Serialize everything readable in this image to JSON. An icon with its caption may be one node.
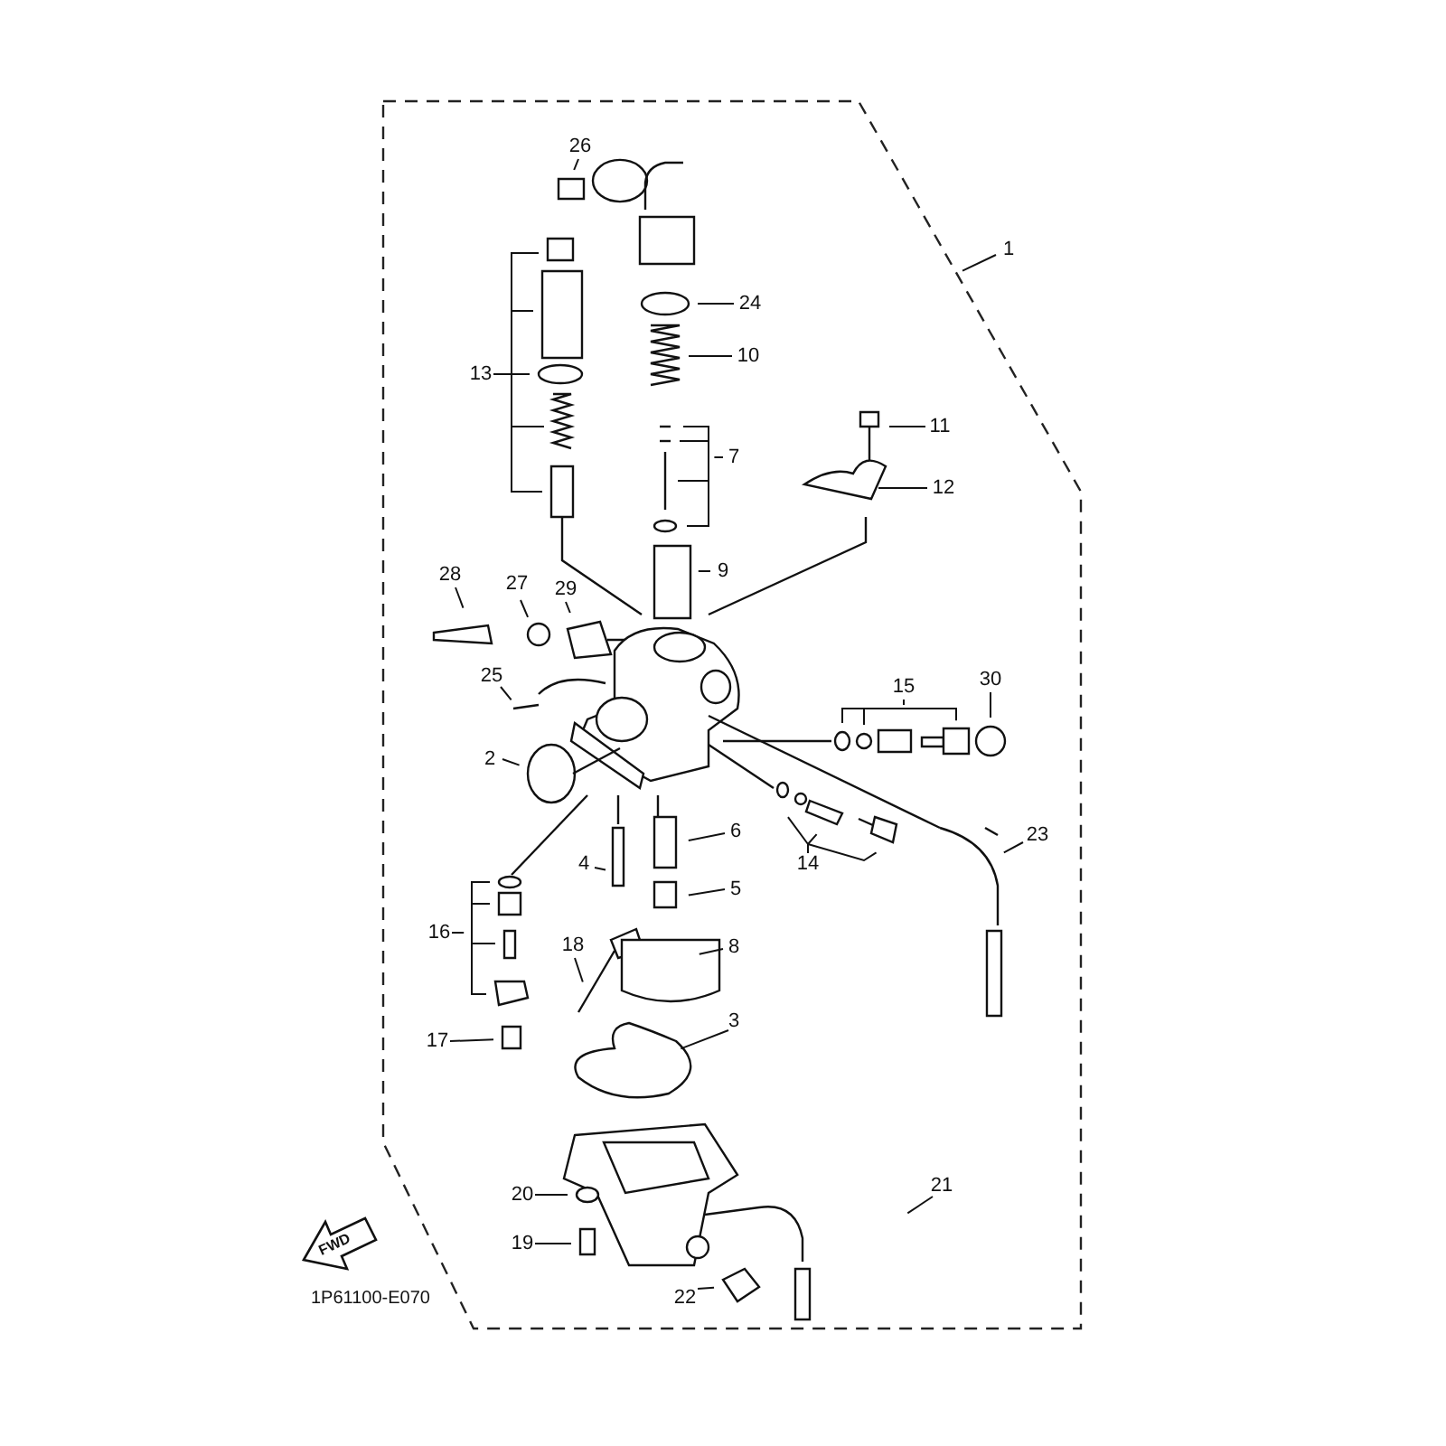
{
  "diagram": {
    "nodes": [
      {
        "text": [
          "1"
        ]
      },
      {
        "text": [
          "2"
        ]
      },
      {
        "text": [
          "3"
        ]
      },
      {
        "text": [
          "4"
        ]
      },
      {
        "text": [
          "5"
        ]
      },
      {
        "text": [
          "6"
        ]
      },
      {
        "text": [
          "7"
        ]
      },
      {
        "text": [
          "8"
        ]
      },
      {
        "text": [
          "9"
        ]
      },
      {
        "text": [
          "10"
        ]
      },
      {
        "text": [
          "11"
        ]
      },
      {
        "text": [
          "12"
        ]
      },
      {
        "text": [
          "13"
        ]
      },
      {
        "text": [
          "14"
        ]
      },
      {
        "text": [
          "15"
        ]
      },
      {
        "text": [
          "16"
        ]
      },
      {
        "text": [
          "17"
        ]
      },
      {
        "text": [
          "18"
        ]
      },
      {
        "text": [
          "19"
        ]
      },
      {
        "text": [
          "20"
        ]
      },
      {
        "text": [
          "21"
        ]
      },
      {
        "text": [
          "22"
        ]
      },
      {
        "text": [
          "23"
        ]
      },
      {
        "text": [
          "24"
        ]
      },
      {
        "text": [
          "25"
        ]
      },
      {
        "text": [
          "26"
        ]
      },
      {
        "text": [
          "27"
        ]
      },
      {
        "text": [
          "28"
        ]
      },
      {
        "text": [
          "29"
        ]
      },
      {
        "text": [
          "30"
        ]
      }
    ],
    "edges": [
      {
        "from": 0,
        "to": null,
        "arrow": "none"
      },
      {
        "from": 1,
        "to": null,
        "arrow": "none"
      },
      {
        "from": 2,
        "to": null,
        "arrow": "none"
      },
      {
        "from": 3,
        "to": null,
        "arrow": "none"
      },
      {
        "from": 4,
        "to": null,
        "arrow": "none"
      },
      {
        "from": 5,
        "to": null,
        "arrow": "none"
      },
      {
        "from": 6,
        "to": null,
        "arrow": "none"
      },
      {
        "from": 7,
        "to": null,
        "arrow": "none"
      },
      {
        "from": 8,
        "to": null,
        "arrow": "none"
      },
      {
        "from": 9,
        "to": null,
        "arrow": "none"
      },
      {
        "from": 10,
        "to": null,
        "arrow": "none"
      },
      {
        "from": 11,
        "to": null,
        "arrow": "none"
      },
      {
        "from": 12,
        "to": null,
        "arrow": "none"
      },
      {
        "from": 13,
        "to": null,
        "arrow": "none"
      },
      {
        "from": 14,
        "to": null,
        "arrow": "none"
      },
      {
        "from": 15,
        "to": null,
        "arrow": "none"
      },
      {
        "from": 16,
        "to": null,
        "arrow": "none"
      },
      {
        "from": 17,
        "to": null,
        "arrow": "none"
      },
      {
        "from": 18,
        "to": null,
        "arrow": "none"
      },
      {
        "from": 19,
        "to": null,
        "arrow": "none"
      },
      {
        "from": 20,
        "to": null,
        "arrow": "none"
      },
      {
        "from": 21,
        "to": null,
        "arrow": "none"
      },
      {
        "from": 22,
        "to": null,
        "arrow": "none"
      },
      {
        "from": 23,
        "to": null,
        "arrow": "none"
      },
      {
        "from": 24,
        "to": null,
        "arrow": "none"
      },
      {
        "from": 25,
        "to": null,
        "arrow": "none"
      },
      {
        "from": 26,
        "to": null,
        "arrow": "none"
      },
      {
        "from": 27,
        "to": null,
        "arrow": "none"
      },
      {
        "from": 28,
        "to": null,
        "arrow": "none"
      },
      {
        "from": 29,
        "to": null,
        "arrow": "none"
      }
    ],
    "labels": [
      "FWD",
      "1P61100-E070"
    ]
  }
}
